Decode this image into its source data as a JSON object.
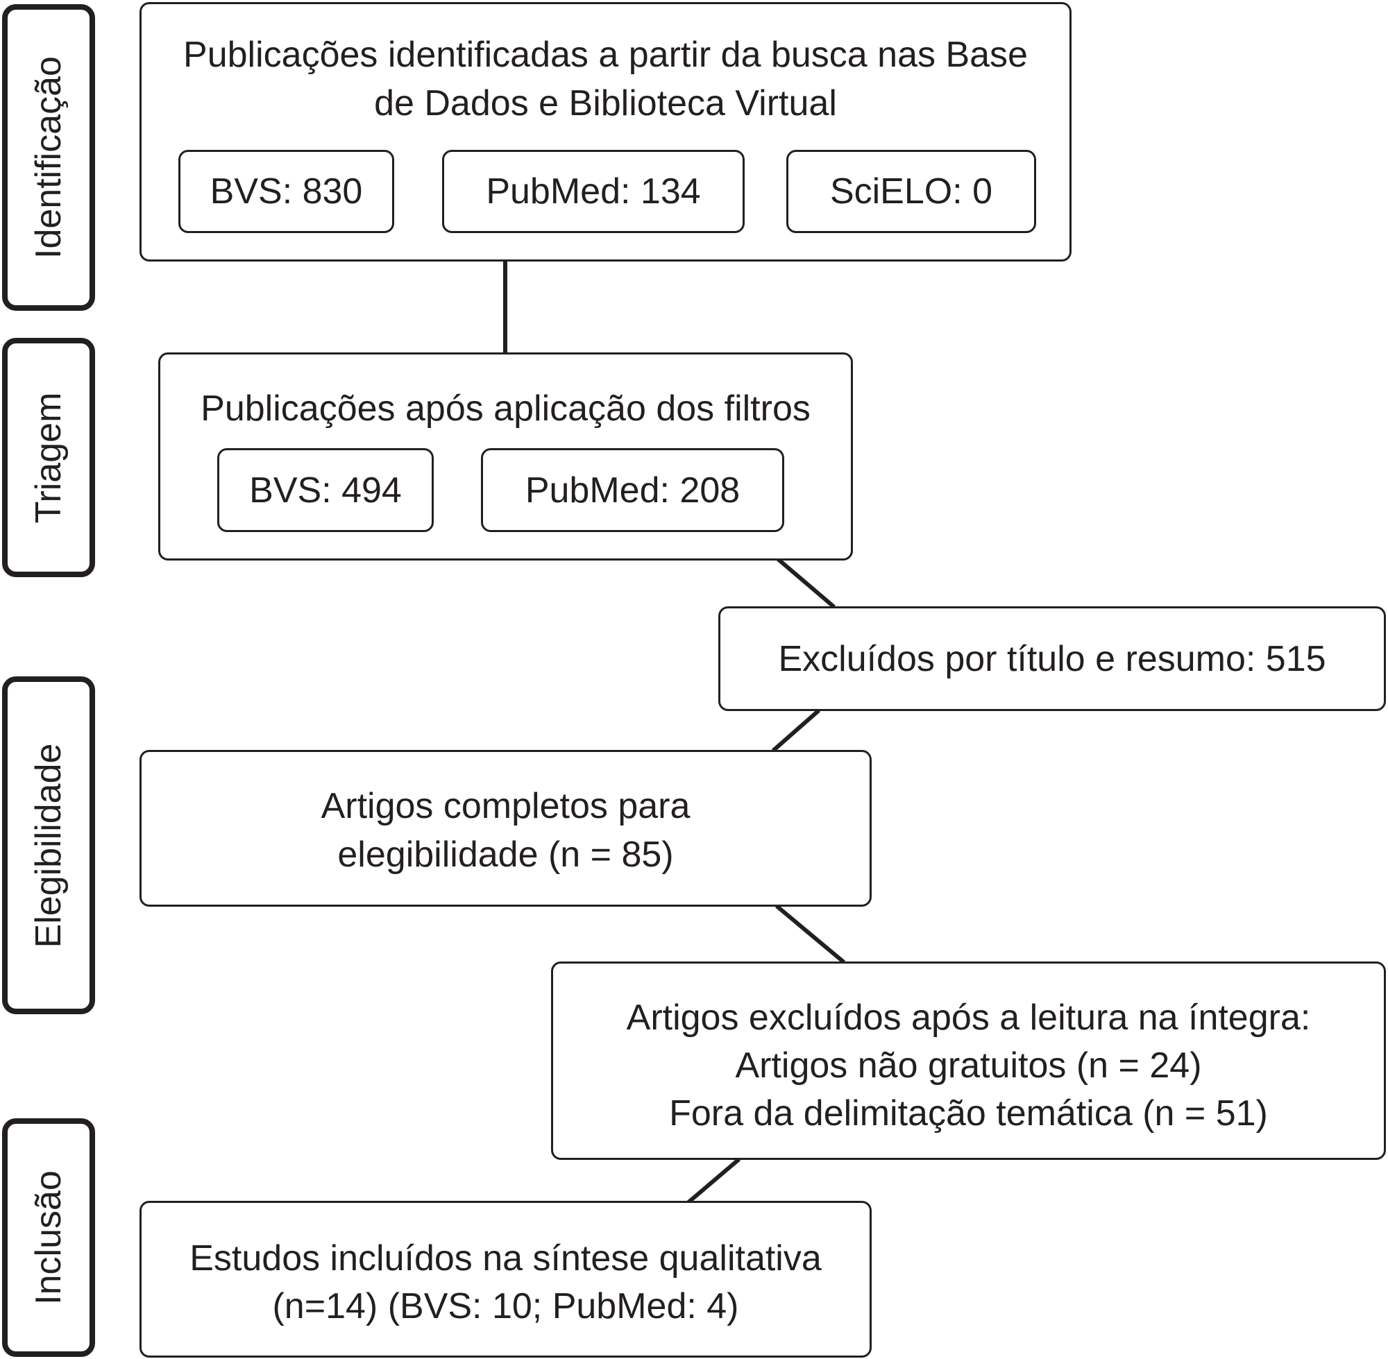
{
  "stages": {
    "identificacao": "Identificação",
    "triagem": "Triagem",
    "elegibilidade": "Elegibilidade",
    "inclusao": "Inclusão"
  },
  "identification": {
    "title_line1": "Publicações identificadas a partir da busca nas Base",
    "title_line2": "de Dados e Biblioteca Virtual",
    "sources": [
      "BVS: 830",
      "PubMed: 134",
      "SciELO: 0"
    ]
  },
  "screening": {
    "title": "Publicações após aplicação dos filtros",
    "sources": [
      "BVS: 494",
      "PubMed: 208"
    ]
  },
  "excluded_title_abstract": "Excluídos por título e resumo: 515",
  "eligibility": {
    "line1": "Artigos completos para",
    "line2": "elegibilidade (n = 85)"
  },
  "excluded_fulltext": {
    "line1": "Artigos excluídos após a leitura na íntegra:",
    "line2": "Artigos não gratuitos (n = 24)",
    "line3": "Fora da delimitação temática (n = 51)"
  },
  "inclusion": {
    "line1": "Estudos incluídos na síntese qualitativa",
    "line2": "(n=14) (BVS: 10; PubMed: 4)"
  }
}
